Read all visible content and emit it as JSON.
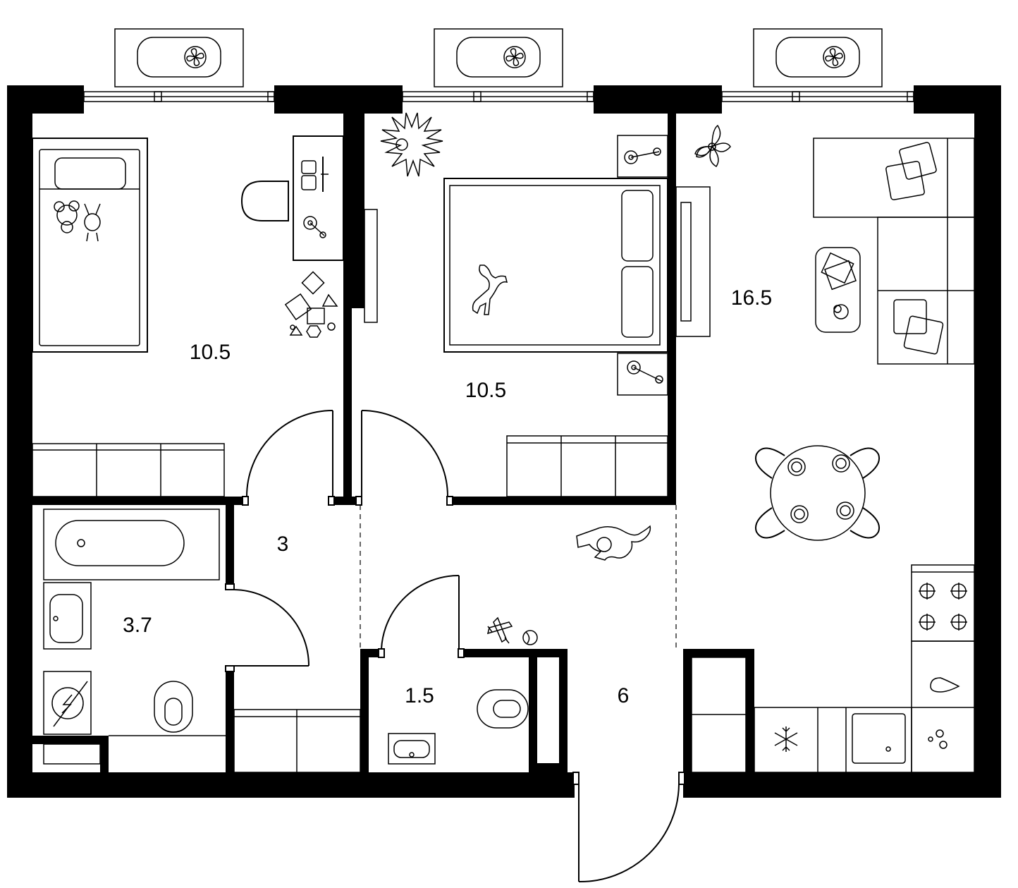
{
  "rooms": {
    "bedroom_kids": {
      "area": "10.5"
    },
    "bedroom_main": {
      "area": "10.5"
    },
    "living_kitchen": {
      "area": "16.5"
    },
    "corridor": {
      "area": "3"
    },
    "bathroom": {
      "area": "3.7"
    },
    "toilet": {
      "area": "1.5"
    },
    "hallway": {
      "area": "6"
    }
  },
  "colors": {
    "walls": "#000000",
    "background": "#ffffff"
  },
  "icons": [
    "fan-icon",
    "plant-icon",
    "cat-icon",
    "dog-icon",
    "toy-plane-icon",
    "ball-icon",
    "snowflake-icon",
    "washing-machine-icon",
    "stove-icon",
    "sink-icon",
    "toilet-icon",
    "bathtub-icon",
    "bed-icon",
    "table-icon",
    "chair-icon",
    "sofa-icon",
    "pillow-icon",
    "wardrobe-icon"
  ]
}
